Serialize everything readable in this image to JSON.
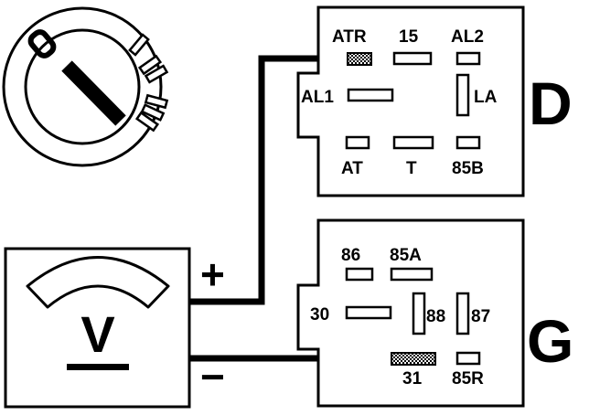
{
  "connector_d": {
    "letter": "D",
    "pins": {
      "atr": "ATR",
      "p15": "15",
      "al2": "AL2",
      "al1": "AL1",
      "la": "LA",
      "at": "AT",
      "t": "T",
      "p85b": "85B"
    }
  },
  "connector_g": {
    "letter": "G",
    "pins": {
      "p86": "86",
      "p85a": "85A",
      "p30": "30",
      "p88": "88",
      "p87": "87",
      "p31": "31",
      "p85r": "85R"
    }
  },
  "voltmeter": {
    "symbol": "V",
    "positive": "+",
    "negative": "−"
  },
  "colors": {
    "ink": "#000000",
    "paper": "#ffffff",
    "probe_tip": "#9a9a9a"
  }
}
